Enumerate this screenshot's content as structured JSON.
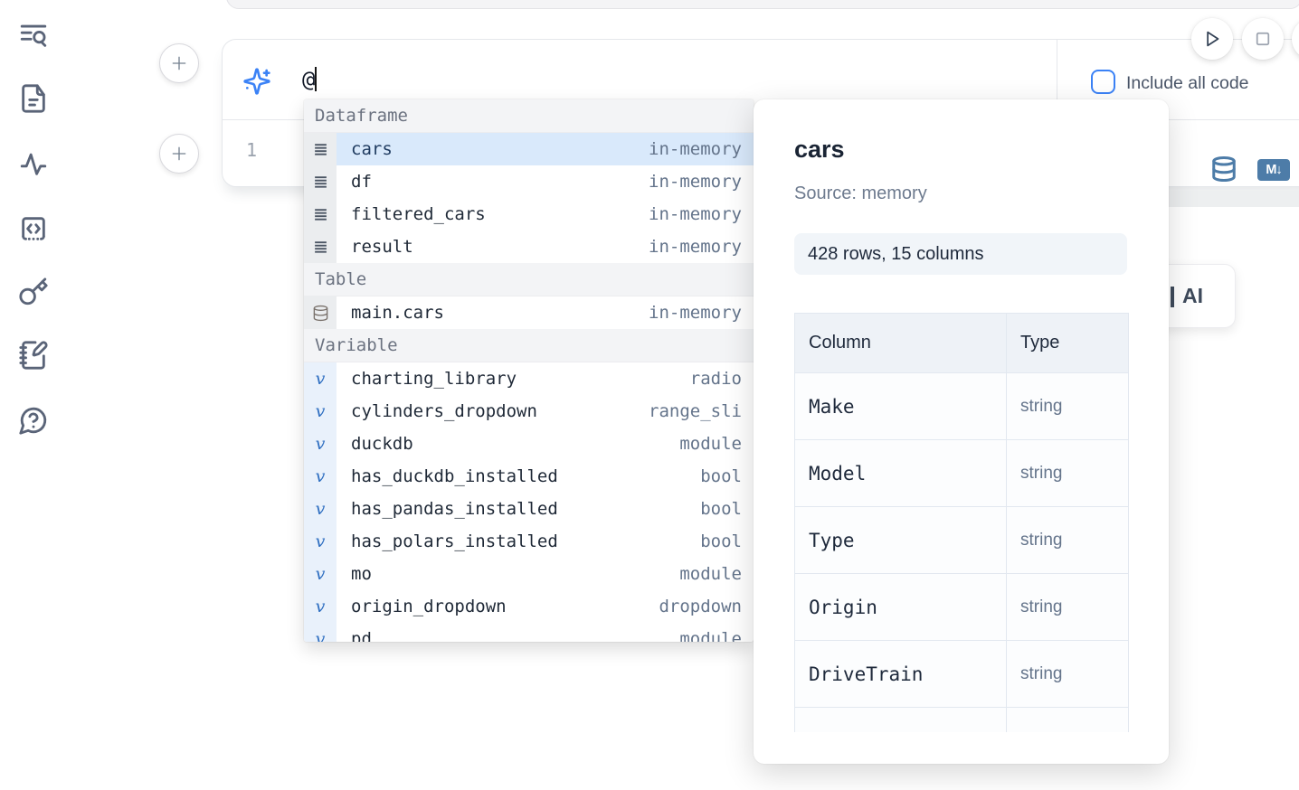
{
  "sidebar": {
    "icons": [
      "text-search-icon",
      "file-text-icon",
      "activity-icon",
      "code-panel-icon",
      "key-icon",
      "notebook-pen-icon",
      "help-chat-icon"
    ]
  },
  "run_controls": {
    "icons": [
      "run-icon",
      "stop-icon",
      "partial-icon"
    ]
  },
  "prompt": {
    "value": "@",
    "include_all_code": {
      "label": "Include all code",
      "checked": false
    }
  },
  "editor": {
    "line_number": "1",
    "markdown_badge": "M↓"
  },
  "completion": {
    "sections": [
      {
        "label": "Dataframe",
        "items": [
          {
            "name": "cars",
            "type": "in-memory",
            "icon": "dataframe-icon",
            "selected": true
          },
          {
            "name": "df",
            "type": "in-memory",
            "icon": "dataframe-icon"
          },
          {
            "name": "filtered_cars",
            "type": "in-memory",
            "icon": "dataframe-icon"
          },
          {
            "name": "result",
            "type": "in-memory",
            "icon": "dataframe-icon"
          }
        ]
      },
      {
        "label": "Table",
        "items": [
          {
            "name": "main.cars",
            "type": "in-memory",
            "icon": "table-database-icon"
          }
        ]
      },
      {
        "label": "Variable",
        "items": [
          {
            "name": "charting_library",
            "type": "radio",
            "icon": "variable-icon"
          },
          {
            "name": "cylinders_dropdown",
            "type": "range_sli",
            "icon": "variable-icon"
          },
          {
            "name": "duckdb",
            "type": "module",
            "icon": "variable-icon"
          },
          {
            "name": "has_duckdb_installed",
            "type": "bool",
            "icon": "variable-icon"
          },
          {
            "name": "has_pandas_installed",
            "type": "bool",
            "icon": "variable-icon"
          },
          {
            "name": "has_polars_installed",
            "type": "bool",
            "icon": "variable-icon"
          },
          {
            "name": "mo",
            "type": "module",
            "icon": "variable-icon"
          },
          {
            "name": "origin_dropdown",
            "type": "dropdown",
            "icon": "variable-icon"
          },
          {
            "name": "pd",
            "type": "module",
            "icon": "variable-icon"
          }
        ]
      }
    ]
  },
  "preview": {
    "title": "cars",
    "source_label": "Source: memory",
    "shape_badge": "428 rows, 15 columns",
    "schema_table": {
      "headers": [
        "Column",
        "Type"
      ],
      "rows": [
        [
          "Make",
          "string"
        ],
        [
          "Model",
          "string"
        ],
        [
          "Type",
          "string"
        ],
        [
          "Origin",
          "string"
        ],
        [
          "DriveTrain",
          "string"
        ]
      ]
    }
  },
  "ai_button": {
    "visible_label": "AI"
  }
}
